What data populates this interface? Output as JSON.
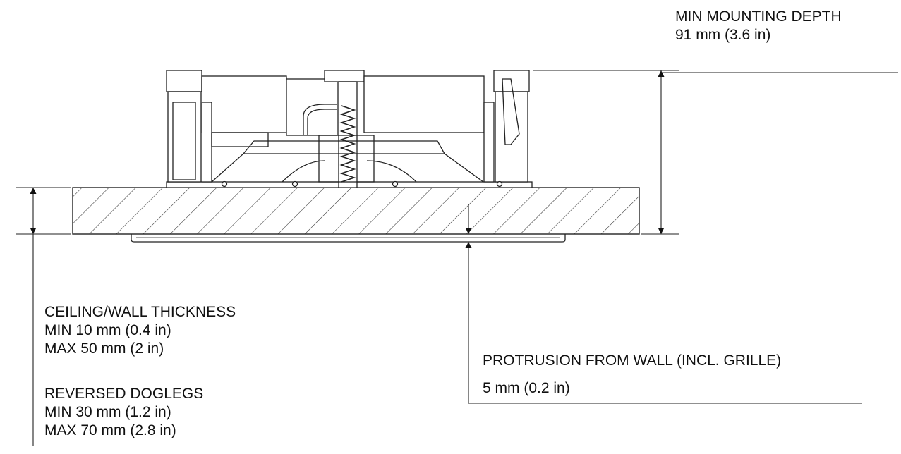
{
  "labels": {
    "mounting_depth": {
      "title": "MIN MOUNTING DEPTH",
      "value": "91 mm (3.6 in)"
    },
    "thickness": {
      "title": "CEILING/WALL THICKNESS",
      "min": "MIN 10 mm (0.4 in)",
      "max": "MAX 50 mm (2 in)"
    },
    "doglegs": {
      "title": "REVERSED DOGLEGS",
      "min": "MIN 30 mm (1.2 in)",
      "max": "MAX 70 mm (2.8 in)"
    },
    "protrusion": {
      "title": "PROTRUSION FROM WALL (INCL. GRILLE)",
      "value": "5 mm (0.2 in)"
    }
  },
  "colors": {
    "line": "#222222",
    "text": "#111111",
    "background": "#ffffff"
  }
}
